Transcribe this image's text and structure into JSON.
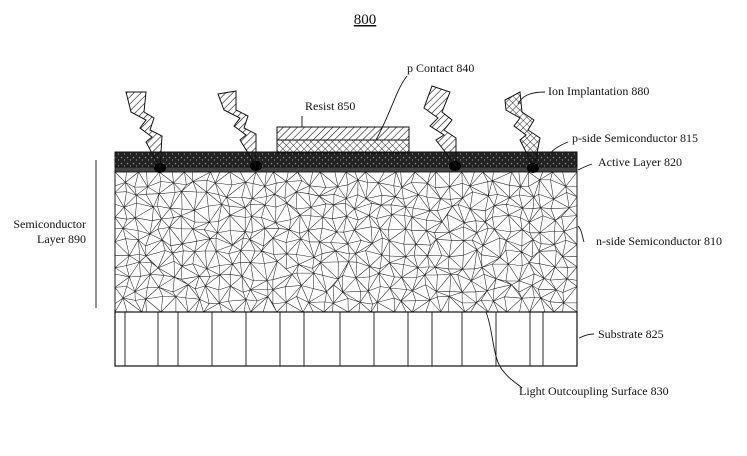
{
  "figure": {
    "number": "800",
    "labels": {
      "resist": "Resist 850",
      "p_contact": "p Contact 840",
      "ion_implantation": "Ion Implantation 880",
      "p_side": "p-side Semiconductor 815",
      "active_layer": "Active Layer 820",
      "semiconductor_layer_line1": "Semiconductor",
      "semiconductor_layer_line2": "Layer 890",
      "n_side": "n-side Semiconductor 810",
      "substrate": "Substrate 825",
      "light_outcoupling": "Light Outcoupling Surface 830"
    }
  },
  "colors": {
    "ink": "#111111",
    "background": "#ffffff",
    "p_side_fill": "#1a1a1a"
  }
}
